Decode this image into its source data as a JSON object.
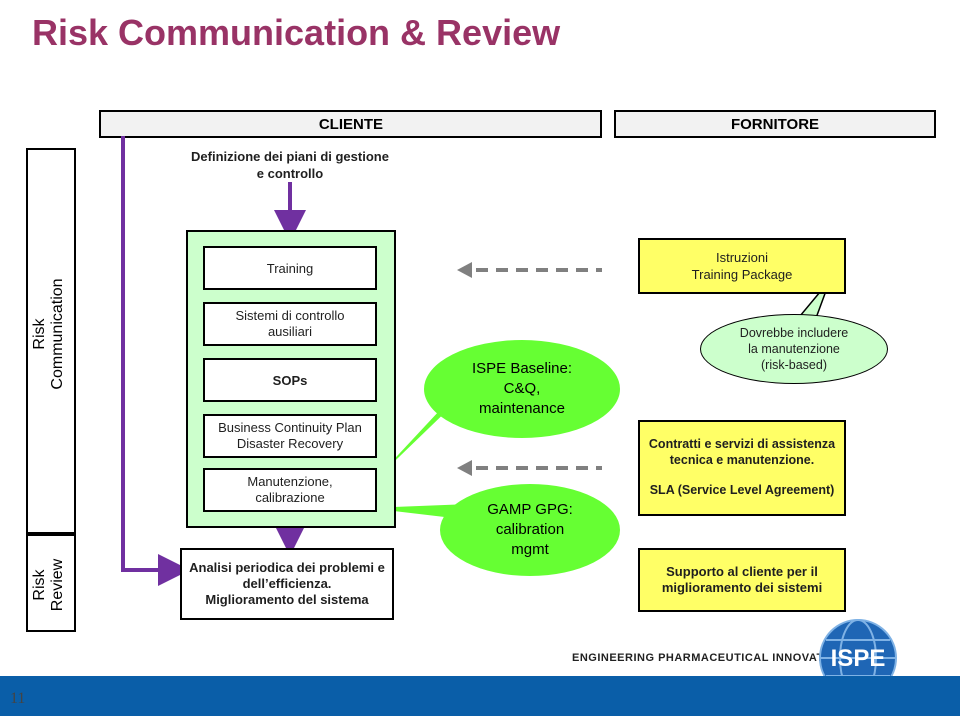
{
  "title": "Risk Communication & Review",
  "headers": {
    "cliente": "CLIENTE",
    "fornitore": "FORNITORE"
  },
  "side_labels": {
    "communication": [
      "Risk",
      "Communication"
    ],
    "review": [
      "Risk",
      "Review"
    ]
  },
  "definizione": [
    "Definizione dei piani di gestione",
    "e controllo"
  ],
  "client_boxes": {
    "training": "Training",
    "sistemi": [
      "Sistemi di controllo",
      "ausiliari"
    ],
    "sops": "SOPs",
    "bcp": [
      "Business Continuity Plan",
      "Disaster Recovery"
    ],
    "manutenzione": [
      "Manutenzione,",
      "calibrazione"
    ]
  },
  "analisi": [
    "Analisi periodica dei problemi e",
    "dell’efficienza.",
    "Miglioramento del sistema"
  ],
  "ellipses": {
    "ispe": [
      "ISPE Baseline:",
      "C&Q,",
      "maintenance"
    ],
    "gamp": [
      "GAMP GPG:",
      "calibration",
      "mgmt"
    ]
  },
  "supplier": {
    "istruzioni": [
      "Istruzioni",
      "Training Package"
    ],
    "callout": [
      "Dovrebbe includere",
      "la manutenzione",
      "(risk-based)"
    ],
    "contratti": [
      "Contratti e servizi di assistenza",
      "tecnica e manutenzione."
    ],
    "sla": "SLA (Service Level Agreement)",
    "supporto": [
      "Supporto al cliente per il",
      "miglioramento dei sistemi"
    ]
  },
  "footer": {
    "tagline": "ENGINEERING PHARMACEUTICAL INNOVATION",
    "logo_text": "ISPE",
    "page_number": "11"
  },
  "colors": {
    "title": "#993366",
    "yellow": "#ffff66",
    "green_panel": "#ccffcc",
    "green_ellipse": "#66ff33",
    "arrow_purple": "#7030a0",
    "footer_blue": "#0a5ea8"
  }
}
